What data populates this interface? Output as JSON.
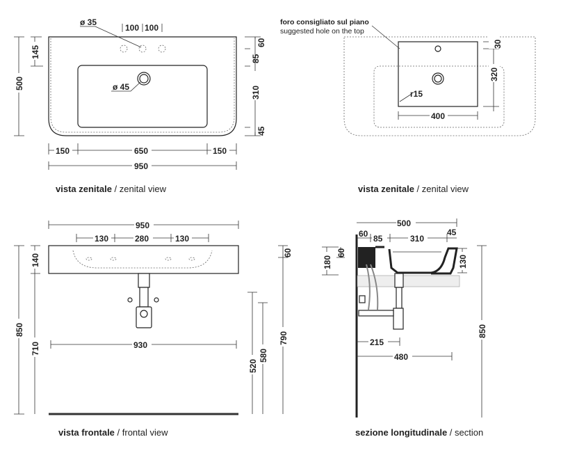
{
  "top_view": {
    "d_holes": "ø 35",
    "d_drain": "ø 45",
    "spacing": "100",
    "h500": "500",
    "h145": "145",
    "r60": "60",
    "r85": "85",
    "r310": "310",
    "r45": "45",
    "b150": "150",
    "b650": "650",
    "w950": "950",
    "caption_it": "vista zenitale",
    "caption_en": "zenital view"
  },
  "hole_view": {
    "note_it": "foro consigliato sul piano",
    "note_en": "suggested hole on the top",
    "d30": "30",
    "d320": "320",
    "d400": "400",
    "r15": "r15",
    "caption_it": "vista zenitale",
    "caption_en": "zenital view"
  },
  "front_view": {
    "w950": "950",
    "s130": "130",
    "s280": "280",
    "h140": "140",
    "h850": "850",
    "h710": "710",
    "w930": "930",
    "h520": "520",
    "h580": "580",
    "h790": "790",
    "h60": "60",
    "caption_it": "vista frontale",
    "caption_en": "frontal view"
  },
  "section_view": {
    "d500": "500",
    "d60": "60",
    "d85": "85",
    "d310": "310",
    "d45": "45",
    "v60": "60",
    "v180": "180",
    "v130": "130",
    "v850": "850",
    "d215": "215",
    "d480": "480",
    "caption_it": "sezione longitudinale",
    "caption_en": "section"
  }
}
